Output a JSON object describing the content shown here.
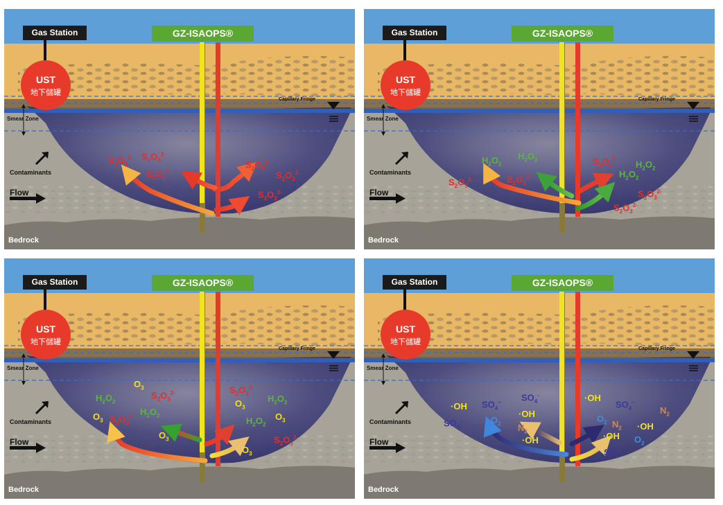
{
  "colors": {
    "sky": "#5f9fd8",
    "soil": "#e8b865",
    "water_line": "#2f5fb8",
    "plume": "#4b4b86",
    "bedrock": "#7e7a72",
    "ust": "#e83a2a",
    "gz_label": "#5aa832",
    "well_yellow": "#f2e41c",
    "well_red": "#e63a2a"
  },
  "labels": {
    "gas_station": "Gas Station",
    "gz": "GZ-ISAOPS®",
    "ust_title": "UST",
    "ust_sub": "地下儲罐",
    "capillary": "Capillary Fringe",
    "smear": "Smear Zone",
    "contaminants": "Contaminants",
    "flow": "Flow",
    "bedrock": "Bedrock"
  },
  "panels": [
    {
      "stage": 1,
      "species": [
        {
          "base": "S",
          "sub": "2",
          "tail": "O",
          "sub2": "3",
          "sup": "2-",
          "kind": "s"
        },
        {
          "base": "S",
          "sub": "2",
          "tail": "O",
          "sub2": "3",
          "sup": "2-",
          "kind": "s"
        },
        {
          "base": "S",
          "sub": "2",
          "tail": "O",
          "sub2": "3",
          "sup": "2-",
          "kind": "s"
        },
        {
          "base": "S",
          "sub": "2",
          "tail": "O",
          "sub2": "3",
          "sup": "2-",
          "kind": "s"
        },
        {
          "base": "S",
          "sub": "2",
          "tail": "O",
          "sub2": "3",
          "sup": "2-",
          "kind": "s"
        },
        {
          "base": "S",
          "sub": "2",
          "tail": "O",
          "sub2": "3",
          "sup": "2-",
          "kind": "s"
        }
      ]
    },
    {
      "stage": 2,
      "species": [
        {
          "base": "H",
          "sub": "2",
          "tail": "O",
          "sub2": "2",
          "sup": "",
          "kind": "h"
        },
        {
          "base": "H",
          "sub": "2",
          "tail": "O",
          "sub2": "2",
          "sup": "",
          "kind": "h"
        },
        {
          "base": "S",
          "sub": "2",
          "tail": "O",
          "sub2": "3",
          "sup": "2-",
          "kind": "s"
        },
        {
          "base": "S",
          "sub": "2",
          "tail": "O",
          "sub2": "3",
          "sup": "2-",
          "kind": "s"
        },
        {
          "base": "S",
          "sub": "2",
          "tail": "O",
          "sub2": "3",
          "sup": "2-",
          "kind": "s"
        },
        {
          "base": "H",
          "sub": "2",
          "tail": "O",
          "sub2": "2",
          "sup": "",
          "kind": "h"
        },
        {
          "base": "H",
          "sub": "2",
          "tail": "O",
          "sub2": "2",
          "sup": "",
          "kind": "h"
        },
        {
          "base": "S",
          "sub": "2",
          "tail": "O",
          "sub2": "3",
          "sup": "2-",
          "kind": "s"
        },
        {
          "base": "S",
          "sub": "2",
          "tail": "O",
          "sub2": "3",
          "sup": "2-",
          "kind": "s"
        }
      ]
    },
    {
      "stage": 3,
      "species": [
        {
          "base": "O",
          "sub": "3",
          "tail": "",
          "sub2": "",
          "sup": "",
          "kind": "o"
        },
        {
          "base": "H",
          "sub": "2",
          "tail": "O",
          "sub2": "2",
          "sup": "",
          "kind": "h"
        },
        {
          "base": "S",
          "sub": "2",
          "tail": "O",
          "sub2": "3",
          "sup": "2-",
          "kind": "s"
        },
        {
          "base": "H",
          "sub": "2",
          "tail": "O",
          "sub2": "2",
          "sup": "",
          "kind": "h"
        },
        {
          "base": "O",
          "sub": "3",
          "tail": "",
          "sub2": "",
          "sup": "",
          "kind": "o"
        },
        {
          "base": "S",
          "sub": "2",
          "tail": "O",
          "sub2": "3",
          "sup": "2-",
          "kind": "s"
        },
        {
          "base": "O",
          "sub": "3",
          "tail": "",
          "sub2": "",
          "sup": "",
          "kind": "o"
        },
        {
          "base": "S",
          "sub": "2",
          "tail": "O",
          "sub2": "3",
          "sup": "2-",
          "kind": "s"
        },
        {
          "base": "O",
          "sub": "3",
          "tail": "",
          "sub2": "",
          "sup": "",
          "kind": "o"
        },
        {
          "base": "H",
          "sub": "2",
          "tail": "O",
          "sub2": "2",
          "sup": "",
          "kind": "h"
        },
        {
          "base": "H",
          "sub": "2",
          "tail": "O",
          "sub2": "2",
          "sup": "",
          "kind": "h"
        },
        {
          "base": "O",
          "sub": "3",
          "tail": "",
          "sub2": "",
          "sup": "",
          "kind": "o"
        },
        {
          "base": "S",
          "sub": "2",
          "tail": "O",
          "sub2": "3",
          "sup": "2-",
          "kind": "s"
        },
        {
          "base": "O",
          "sub": "3",
          "tail": "",
          "sub2": "",
          "sup": "",
          "kind": "o"
        }
      ]
    },
    {
      "stage": 4,
      "species": [
        {
          "base": "·OH",
          "sub": "",
          "tail": "",
          "sub2": "",
          "sup": "",
          "kind": "oh"
        },
        {
          "base": "SO",
          "sub": "4",
          "tail": "",
          "sub2": "",
          "sup": "-·",
          "kind": "so"
        },
        {
          "base": "SO",
          "sub": "4",
          "tail": "",
          "sub2": "",
          "sup": "-",
          "kind": "so"
        },
        {
          "base": "·OH",
          "sub": "",
          "tail": "",
          "sub2": "",
          "sup": "",
          "kind": "oh"
        },
        {
          "base": "SO",
          "sub": "4",
          "tail": "",
          "sub2": "",
          "sup": "-·",
          "kind": "so"
        },
        {
          "base": "O",
          "sub": "2",
          "tail": "",
          "sub2": "",
          "sup": "",
          "kind": "o2"
        },
        {
          "base": "N",
          "sub": "2",
          "tail": "",
          "sub2": "",
          "sup": "",
          "kind": "n2"
        },
        {
          "base": "·OH",
          "sub": "",
          "tail": "",
          "sub2": "",
          "sup": "",
          "kind": "oh"
        },
        {
          "base": "·OH",
          "sub": "",
          "tail": "",
          "sub2": "",
          "sup": "",
          "kind": "oh"
        },
        {
          "base": "SO",
          "sub": "4",
          "tail": "",
          "sub2": "",
          "sup": "-·",
          "kind": "so"
        },
        {
          "base": "N",
          "sub": "2",
          "tail": "",
          "sub2": "",
          "sup": "",
          "kind": "n2"
        },
        {
          "base": "O",
          "sub": "2",
          "tail": "",
          "sub2": "",
          "sup": "",
          "kind": "o2"
        },
        {
          "base": "N",
          "sub": "2",
          "tail": "",
          "sub2": "",
          "sup": "",
          "kind": "n2"
        },
        {
          "base": "·OH",
          "sub": "",
          "tail": "",
          "sub2": "",
          "sup": "",
          "kind": "oh"
        },
        {
          "base": "·OH",
          "sub": "",
          "tail": "",
          "sub2": "",
          "sup": "",
          "kind": "oh"
        },
        {
          "base": "O",
          "sub": "2",
          "tail": "",
          "sub2": "",
          "sup": "",
          "kind": "o2"
        },
        {
          "base": "SO",
          "sub": "4",
          "tail": "",
          "sub2": "",
          "sup": "-·",
          "kind": "so"
        }
      ]
    }
  ]
}
